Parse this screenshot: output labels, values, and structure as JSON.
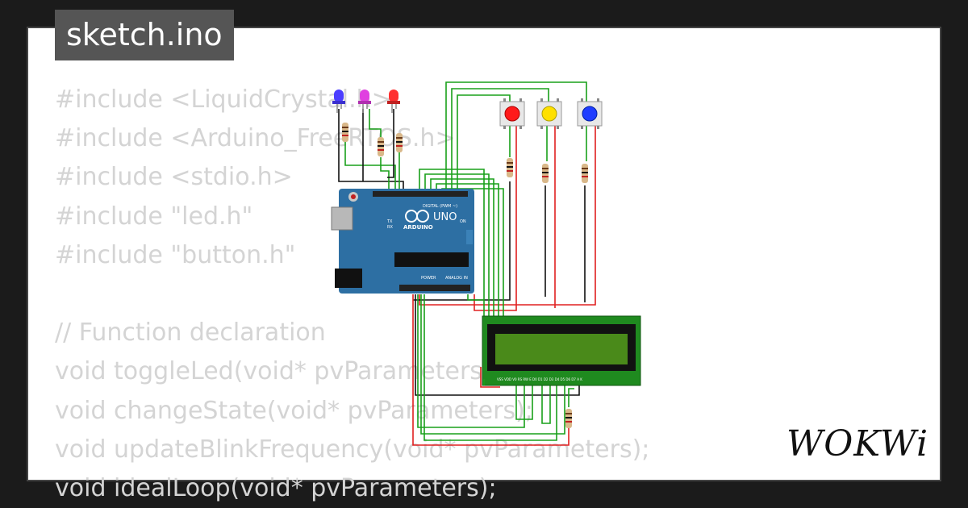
{
  "title": "sketch.ino",
  "code_lines": [
    "#include <LiquidCrystal.h>",
    "#include <Arduino_FreeRTOS.h>",
    "#include <stdio.h>",
    "#include \"led.h\"",
    "#include \"button.h\"",
    "",
    "// Function declaration",
    "void toggleLed(void* pvParameters);",
    "void changeState(void* pvParameters);",
    "void updateBlinkFrequency(void* pvParameters);",
    "void idealLoop(void* pvParameters);"
  ],
  "board": {
    "brand": "ARDUINO",
    "model": "UNO",
    "digital_label": "DIGITAL (PWM ~)",
    "power_label": "POWER",
    "analog_label": "ANALOG IN",
    "on_label": "ON",
    "tx_label": "TX",
    "rx_label": "RX"
  },
  "leds": [
    {
      "name": "blue",
      "color": "#4b3dff"
    },
    {
      "name": "magenta",
      "color": "#e040e0"
    },
    {
      "name": "red",
      "color": "#ff3030"
    }
  ],
  "buttons": [
    {
      "name": "red",
      "color": "#ff1a1a"
    },
    {
      "name": "yellow",
      "color": "#ffe000"
    },
    {
      "name": "blue",
      "color": "#1f3dff"
    }
  ],
  "lcd": {
    "pin_labels": "VSS VDD V0 RS RW E D0 D1 D2 D3 D4 D5 D6 D7 A K"
  },
  "logo": "WOKWi",
  "colors": {
    "background": "#1b1b1b",
    "card": "#ffffff",
    "tab": "#555555",
    "code_text": "#d4d4d4",
    "board": "#2d6fa3",
    "wire_green": "#19a01a",
    "wire_red": "#e02020",
    "wire_black": "#111111",
    "lcd_green": "#4a8a1a"
  }
}
